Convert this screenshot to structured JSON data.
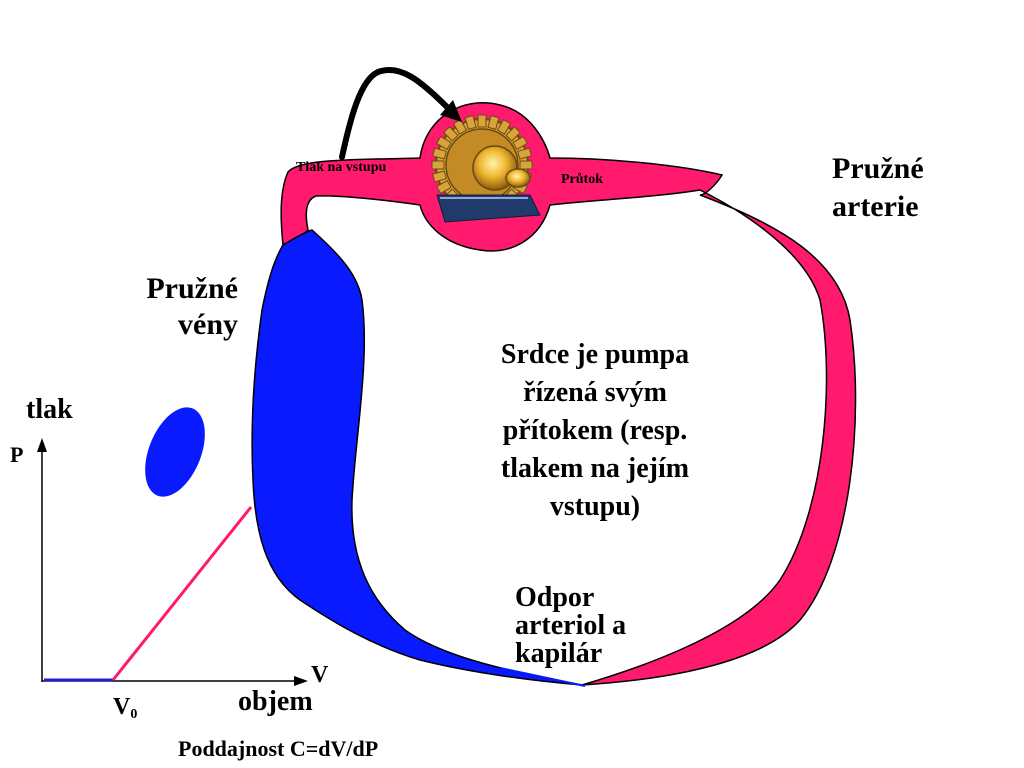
{
  "labels": {
    "inlet_pressure": "Tlak na vstupu",
    "flow": "Průtok",
    "elastic_arteries_line1": "Pružné",
    "elastic_arteries_line2": "arterie",
    "elastic_veins_line1": "Pružné",
    "elastic_veins_line2": "vény",
    "heart_text": [
      "Srdce je pumpa",
      "řízená svým",
      "přítokem (resp.",
      "tlakem na jejím",
      "vstupu)"
    ],
    "resistance": [
      "Odpor",
      "arteriol a",
      "kapilár"
    ]
  },
  "compliance_graph": {
    "y_name": "tlak",
    "y_symbol": "P",
    "x_symbol": "V",
    "x_name": "objem",
    "v0_main": "V",
    "v0_sub": "0",
    "caption": "Poddajnost C=dV/dP"
  },
  "colors": {
    "artery": "#ff1a6e",
    "vein": "#0a1aff",
    "outline": "#000000",
    "pump_gear": "#d9a43a",
    "pump_base": "#1f3a6b"
  }
}
